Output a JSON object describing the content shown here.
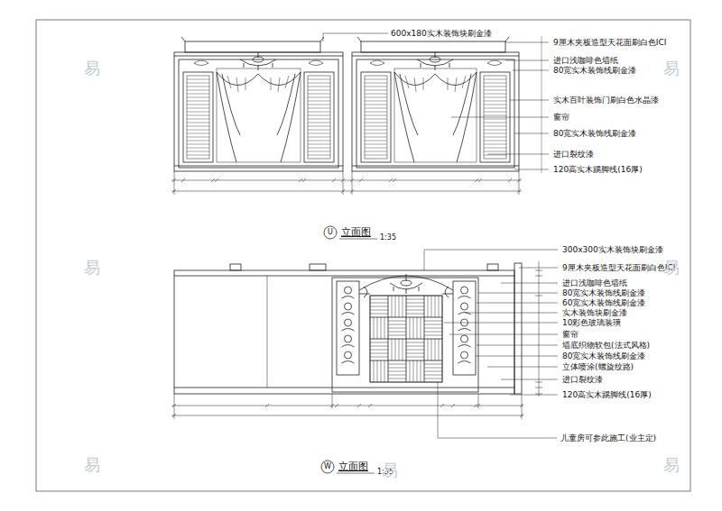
{
  "diagram": {
    "labels": [
      "600x180实木装饰块刷金漆",
      "9厘木夹板造型天花面刷白色ICI",
      "进口浅咖啡色墙纸",
      "80宽实木装饰线刷金漆",
      "实木百叶装饰门刷白色水晶漆",
      "窗帘",
      "80宽实木装饰线刷金漆",
      "进口裂纹漆",
      "120高实木踢脚线(16厚)",
      "U",
      "立面图",
      "1:35",
      "300x300实木装饰块刷金漆",
      "9厘木夹板造型天花面刷白色ICI",
      "进口浅咖啡色墙纸",
      "80宽实木装饰线刷金漆",
      "60宽实木装饰线刷金漆",
      "实木装饰块刷金漆",
      "10彩色玻璃装璜",
      "窗帘",
      "墙底织物软包(法式风格)",
      "80宽实木装饰线刷金漆",
      "立体喷涂(螺旋纹路)",
      "进口裂纹漆",
      "120高实木踢脚线(16厚)",
      "儿童房可参此施工(业主定)",
      "W",
      "立面图",
      "1:35",
      "易",
      "易",
      "易",
      "易",
      "易",
      "易",
      "易"
    ]
  }
}
